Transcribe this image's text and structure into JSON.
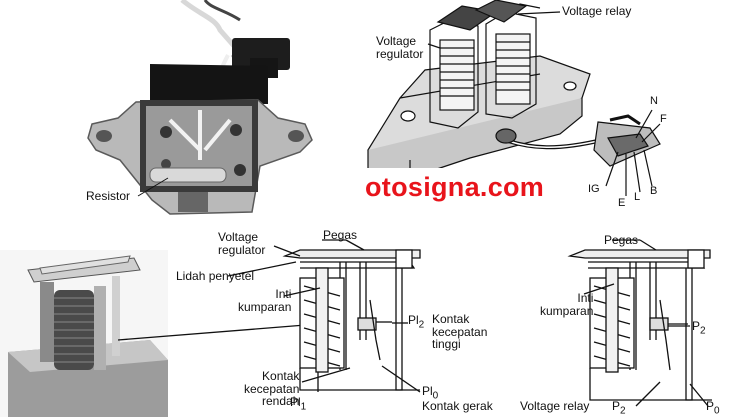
{
  "labels": {
    "resistor": "Resistor",
    "voltage_relay_top": "Voltage relay",
    "voltage_regulator_top_line1": "Voltage",
    "voltage_regulator_top_line2": "regulator",
    "terminal_n": "N",
    "terminal_f": "F",
    "terminal_ig": "IG",
    "terminal_e": "E",
    "terminal_l": "L",
    "terminal_b": "B",
    "voltage_regulator_bottom_line1": "Voltage",
    "voltage_regulator_bottom_line2": "regulator",
    "pegas_left": "Pegas",
    "lidah_penyetel": "Lidah penyetel",
    "inti_kumparan_left_line1": "Inti",
    "inti_kumparan_left_line2": "kumparan",
    "pl2": "Pl",
    "pl2_sub": "2",
    "kontak_kecepatan_tinggi_line1": "Kontak",
    "kontak_kecepatan_tinggi_line2": "kecepatan",
    "kontak_kecepatan_tinggi_line3": "tinggi",
    "kontak_kecepatan_rendah_line1": "Kontak",
    "kontak_kecepatan_rendah_line2": "kecepatan",
    "kontak_kecepatan_rendah_line3": "rendah",
    "pl1": "Pl",
    "pl1_sub": "1",
    "pl0": "Pl",
    "pl0_sub": "0",
    "kontak_gerak": "Kontak gerak",
    "pegas_right": "Pegas",
    "inti_kumparan_right_line1": "Inti",
    "inti_kumparan_right_line2": "kumparan",
    "p2_right": "P",
    "p2_right_sub": "2",
    "voltage_relay_bottom": "Voltage relay",
    "p2_bottom": "P",
    "p2_bottom_sub": "2",
    "p0": "P",
    "p0_sub": "0"
  },
  "watermark": "otosigna.com",
  "colors": {
    "watermark": "#e8141b",
    "ink": "#111111",
    "photo_dark": "#2a2a2a",
    "photo_mid": "#8a8a8a",
    "photo_light": "#cfcfcf"
  }
}
